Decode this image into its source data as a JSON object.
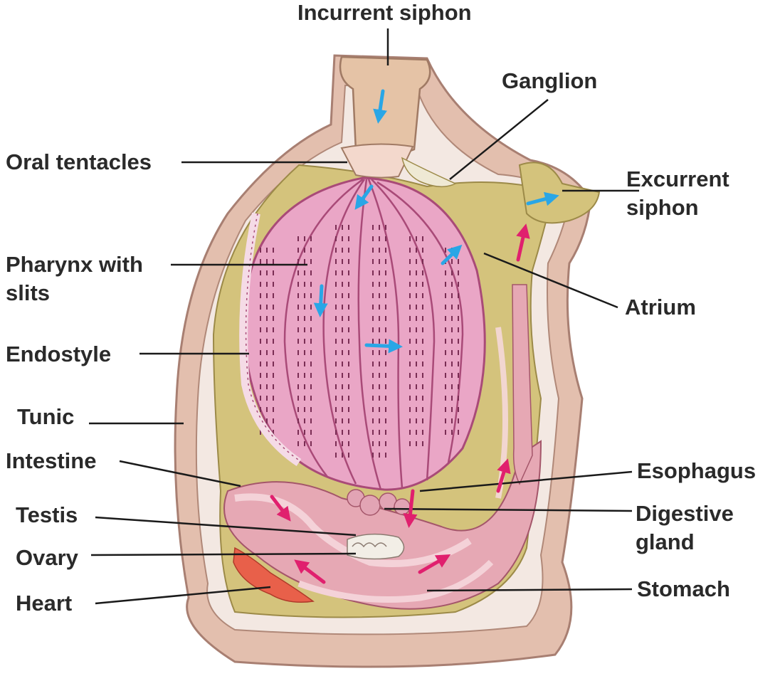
{
  "labels": {
    "incurrent_siphon": "Incurrent siphon",
    "ganglion": "Ganglion",
    "oral_tentacles": "Oral tentacles",
    "excurrent_siphon_1": "Excurrent",
    "excurrent_siphon_2": "siphon",
    "pharynx_1": "Pharynx with",
    "pharynx_2": "slits",
    "atrium": "Atrium",
    "endostyle": "Endostyle",
    "tunic": "Tunic",
    "intestine": "Intestine",
    "esophagus": "Esophagus",
    "testis": "Testis",
    "digestive_gland_1": "Digestive",
    "digestive_gland_2": "gland",
    "ovary": "Ovary",
    "heart": "Heart",
    "stomach": "Stomach"
  },
  "colors": {
    "tunic_outer": "#e3bfae",
    "tunic_edge": "#a87f72",
    "body_wall": "#f3e8e2",
    "atrium_fill": "#d4c37c",
    "pharynx_fill": "#eaa6c6",
    "pharynx_stroke": "#a94a78",
    "gut": "#e6a8b4",
    "heart": "#e8604a",
    "water_arrow": "#29a6e6",
    "food_arrow": "#e0206e",
    "siphon": "#e5c3a6"
  }
}
